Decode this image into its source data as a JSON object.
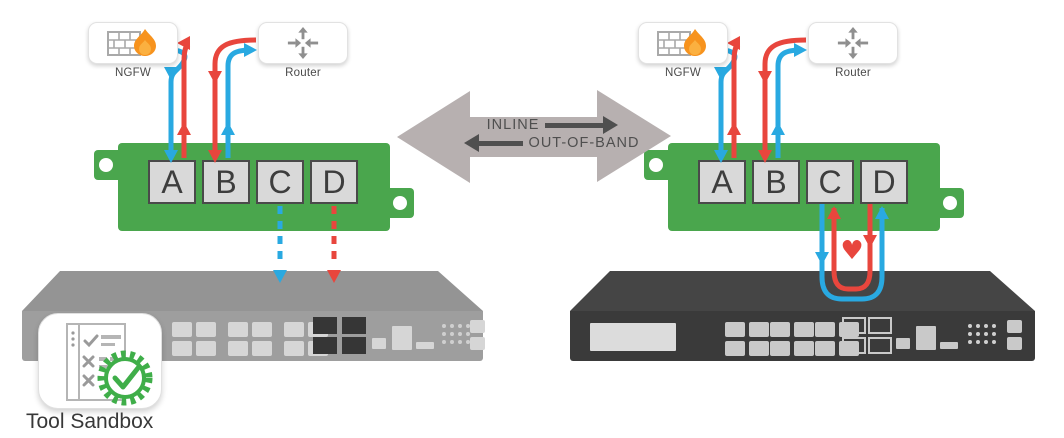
{
  "diagram": {
    "modes": {
      "inline": "INLINE",
      "out_of_band": "OUT-OF-BAND"
    },
    "left": {
      "ngfw_label": "NGFW",
      "router_label": "Router",
      "switch_ports": [
        "A",
        "B",
        "C",
        "D"
      ],
      "sandbox_label": "Tool Sandbox"
    },
    "right": {
      "ngfw_label": "NGFW",
      "router_label": "Router",
      "switch_ports": [
        "A",
        "B",
        "C",
        "D"
      ]
    },
    "icons": {
      "heart": "♥"
    },
    "colors": {
      "red": "#e8463d",
      "blue": "#29a9e1",
      "green": "#4aa64d",
      "gray_arrow": "#b7b0b0",
      "arrow_text": "#4f4f4f"
    }
  }
}
